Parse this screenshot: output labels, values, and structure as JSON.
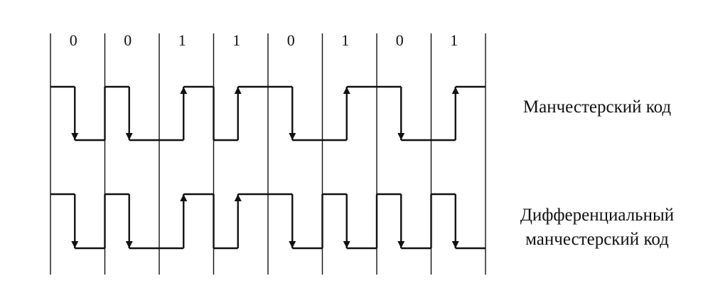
{
  "bits": [
    "0",
    "0",
    "1",
    "1",
    "0",
    "1",
    "0",
    "1"
  ],
  "signals": [
    {
      "caption_lines": [
        "Манчестерский код"
      ],
      "levels": [
        [
          1,
          0
        ],
        [
          1,
          0
        ],
        [
          0,
          1
        ],
        [
          0,
          1
        ],
        [
          1,
          0
        ],
        [
          0,
          1
        ],
        [
          1,
          0
        ],
        [
          0,
          1
        ]
      ]
    },
    {
      "caption_lines": [
        "Дифференциальный",
        "манчестерский код"
      ],
      "levels": [
        [
          1,
          0
        ],
        [
          1,
          0
        ],
        [
          0,
          1
        ],
        [
          0,
          1
        ],
        [
          1,
          0
        ],
        [
          1,
          0
        ],
        [
          1,
          0
        ],
        [
          1,
          0
        ]
      ]
    }
  ],
  "colors": {
    "line": "#111111",
    "background": "#ffffff"
  }
}
